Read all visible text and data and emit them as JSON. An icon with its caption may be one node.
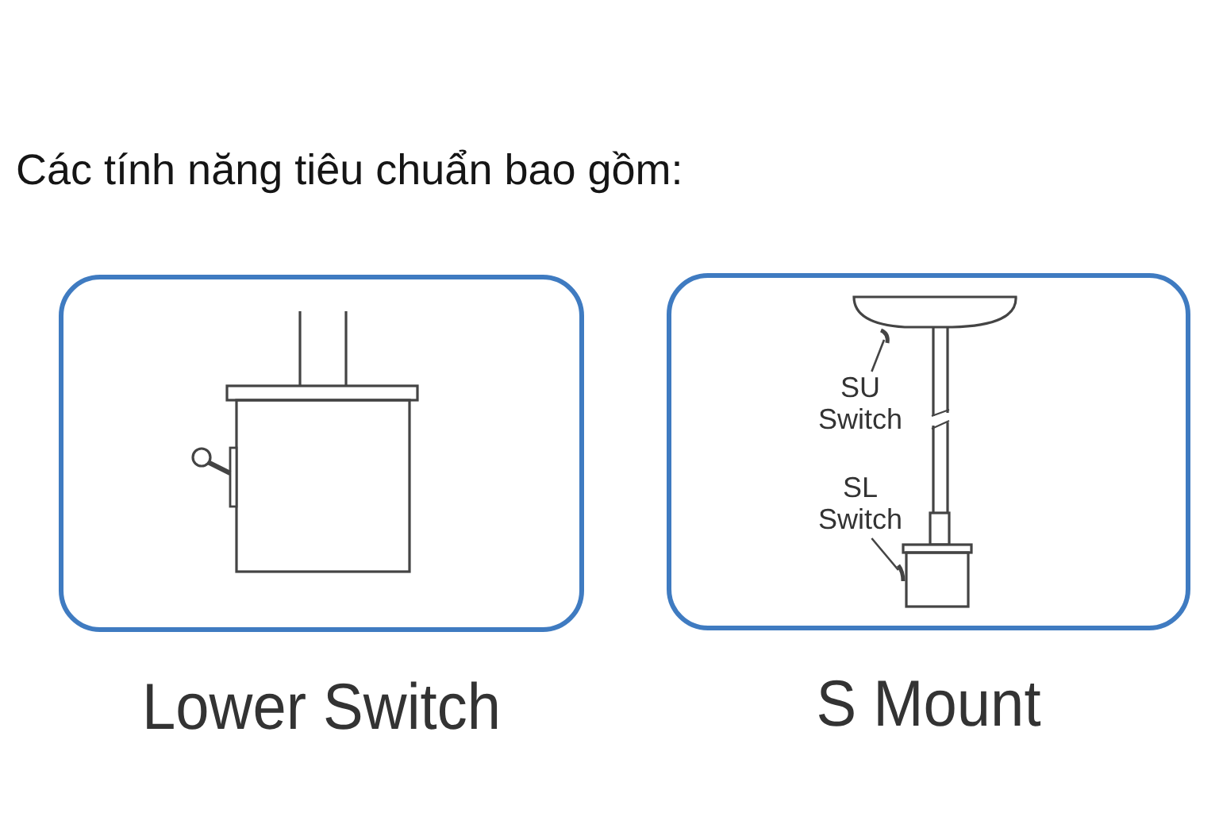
{
  "diagram": {
    "title": "Các tính năng tiêu chuẩn bao gồm:",
    "nodes": [
      {
        "text": [
          "Lower Switch"
        ]
      },
      {
        "text": [
          "S Mount"
        ]
      },
      {
        "text": [
          "SU Switch"
        ],
        "in": 1
      },
      {
        "text": [
          "SL Switch"
        ],
        "in": 1
      }
    ],
    "edges": [
      {
        "from": 2,
        "to": null,
        "arrow": "none"
      },
      {
        "from": 3,
        "to": null,
        "arrow": "none"
      }
    ]
  }
}
